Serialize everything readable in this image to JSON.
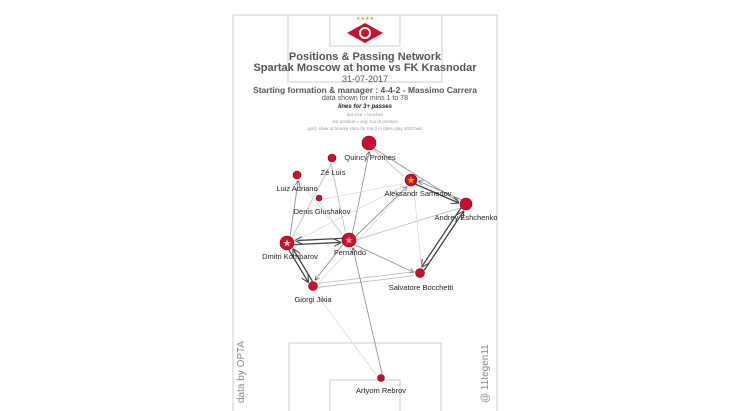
{
  "header": {
    "title": "Positions & Passing Network",
    "subtitle": "Spartak Moscow at home vs FK Krasnodar",
    "date": "31-07-2017",
    "formation": "Starting formation & manager : 4-4-2 - Massimo Carrera",
    "mins": "data shown for mins 1 to 78",
    "lines": "lines for 3+ passes",
    "note1": "dot size = touches",
    "note2": "dot position = avg. touch position",
    "note3": "gold, silver & bronze stars for top-3 in open play xG/Chain"
  },
  "credits": {
    "source": "data by OPTA",
    "author": "@ 11tegen11"
  },
  "colors": {
    "team": "#c8102e",
    "gold": "#e8a020",
    "line": "#444444",
    "pitch": "#cccccc"
  },
  "players": [
    {
      "id": "promes",
      "name": "Quincy Promes"
    },
    {
      "id": "zeluis",
      "name": "Zé Luís"
    },
    {
      "id": "adriano",
      "name": "Luiz Adriano"
    },
    {
      "id": "glushakov",
      "name": "Denis Glushakov"
    },
    {
      "id": "kombarov",
      "name": "Dmitri Kombarov"
    },
    {
      "id": "fernando",
      "name": "Fernando"
    },
    {
      "id": "samedov",
      "name": "Aleksandr Samedov"
    },
    {
      "id": "eshchenko",
      "name": "Andrey Eshchenko"
    },
    {
      "id": "bocchetti",
      "name": "Salvatore Bocchetti"
    },
    {
      "id": "jikia",
      "name": "Giorgi Jikia"
    },
    {
      "id": "rebrov",
      "name": "Artyom Rebrov"
    }
  ],
  "passes": [
    [
      "kombarov",
      "fernando",
      3
    ],
    [
      "fernando",
      "kombarov",
      3
    ],
    [
      "kombarov",
      "jikia",
      3
    ],
    [
      "jikia",
      "kombarov",
      3
    ],
    [
      "kombarov",
      "adriano",
      2
    ],
    [
      "fernando",
      "bocchetti",
      2
    ],
    [
      "fernando",
      "jikia",
      2
    ],
    [
      "fernando",
      "promes",
      2
    ],
    [
      "samedov",
      "eshchenko",
      3
    ],
    [
      "eshchenko",
      "samedov",
      2
    ],
    [
      "eshchenko",
      "bocchetti",
      3
    ],
    [
      "bocchetti",
      "eshchenko",
      3
    ],
    [
      "promes",
      "eshchenko",
      2
    ],
    [
      "fernando",
      "samedov",
      2
    ],
    [
      "fernando",
      "eshchenko",
      1
    ],
    [
      "kombarov",
      "zeluis",
      1
    ],
    [
      "bocchetti",
      "jikia",
      1
    ],
    [
      "jikia",
      "bocchetti",
      1
    ],
    [
      "rebrov",
      "fernando",
      2
    ],
    [
      "jikia",
      "rebrov",
      0
    ],
    [
      "glushakov",
      "samedov",
      0
    ],
    [
      "glushakov",
      "fernando",
      0
    ],
    [
      "zeluis",
      "fernando",
      1
    ],
    [
      "adriano",
      "fernando",
      0
    ],
    [
      "promes",
      "samedov",
      1
    ],
    [
      "bocchetti",
      "samedov",
      0
    ],
    [
      "kombarov",
      "samedov",
      0
    ],
    [
      "jikia",
      "samedov",
      0
    ]
  ]
}
